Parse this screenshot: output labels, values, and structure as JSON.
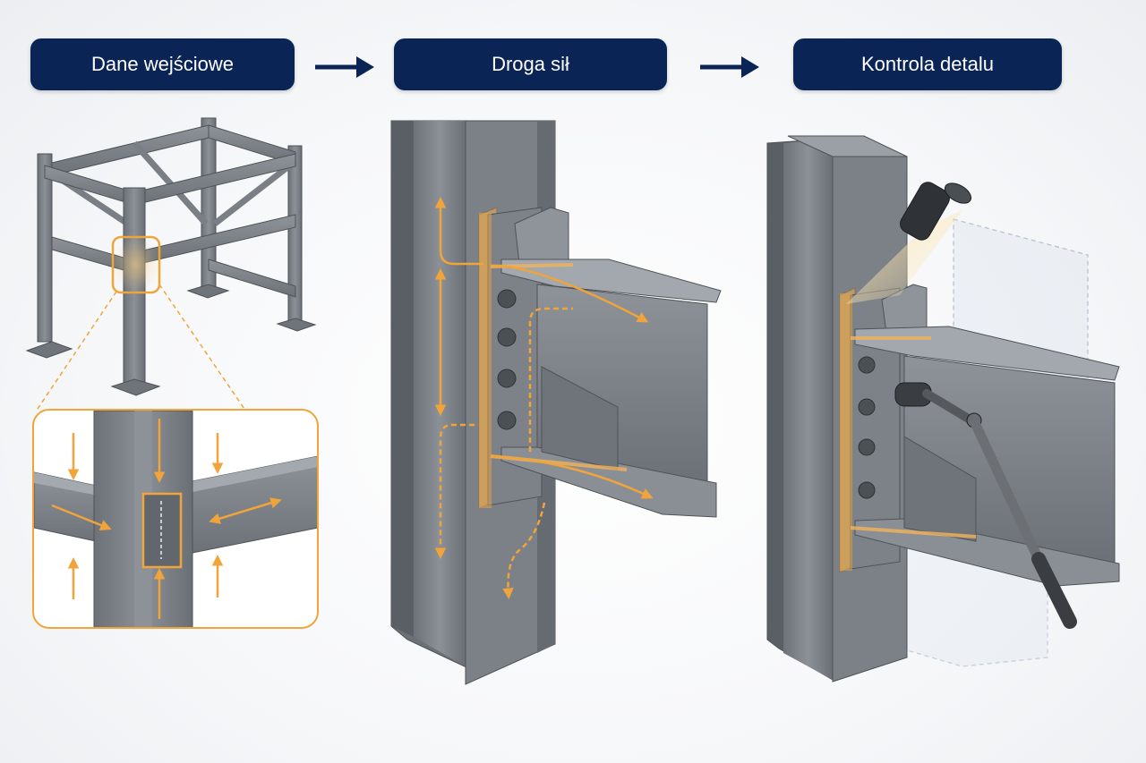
{
  "steps": [
    {
      "label": "Dane wejściowe"
    },
    {
      "label": "Droga sił"
    },
    {
      "label": "Kontrola detalu"
    }
  ],
  "colors": {
    "navy": "#0b2456",
    "steel": "#7c8187",
    "steel_dark": "#5f646a",
    "steel_light": "#a6abb1",
    "highlight": "#f0a43a",
    "weld": "#d9a35a",
    "ghost": "#6f86a6"
  },
  "icons": [
    "arrow-right-icon",
    "torque-wrench-icon",
    "inspection-lamp-icon",
    "bolt-icon"
  ]
}
